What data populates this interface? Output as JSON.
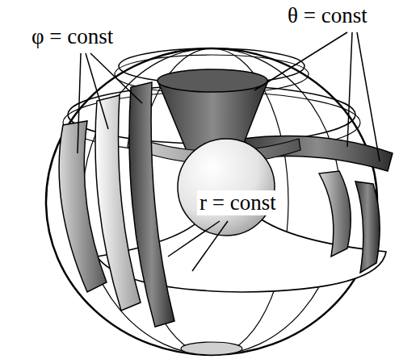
{
  "diagram": {
    "labels": [
      "φ = const",
      "θ = const",
      "r = const"
    ]
  }
}
